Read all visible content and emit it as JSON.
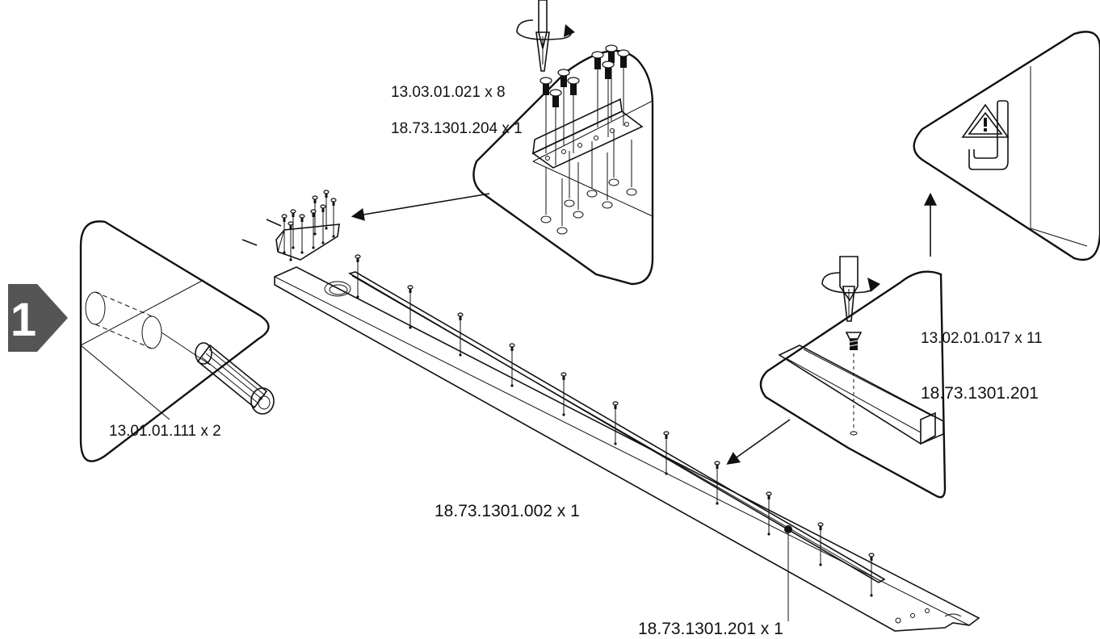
{
  "step": {
    "number": "1",
    "badge_color": "#555555"
  },
  "labels": {
    "dowel": "13.01.01.111 x 2",
    "bracket_screws": "13.03.01.021 x 8",
    "bracket": "18.73.1301.204 x 1",
    "rail_screws": "13.02.01.017 x 11",
    "rail_part": "18.73.1301.201",
    "board": "18.73.1301.002 x 1",
    "rail": "18.73.1301.201 x 1"
  },
  "icons": {
    "warning": "warning-triangle-icon",
    "screwdriver": "screwdriver-icon",
    "rotation": "rotation-arrow-icon"
  },
  "colors": {
    "line": "#111111",
    "background": "#ffffff",
    "badge": "#555555"
  }
}
